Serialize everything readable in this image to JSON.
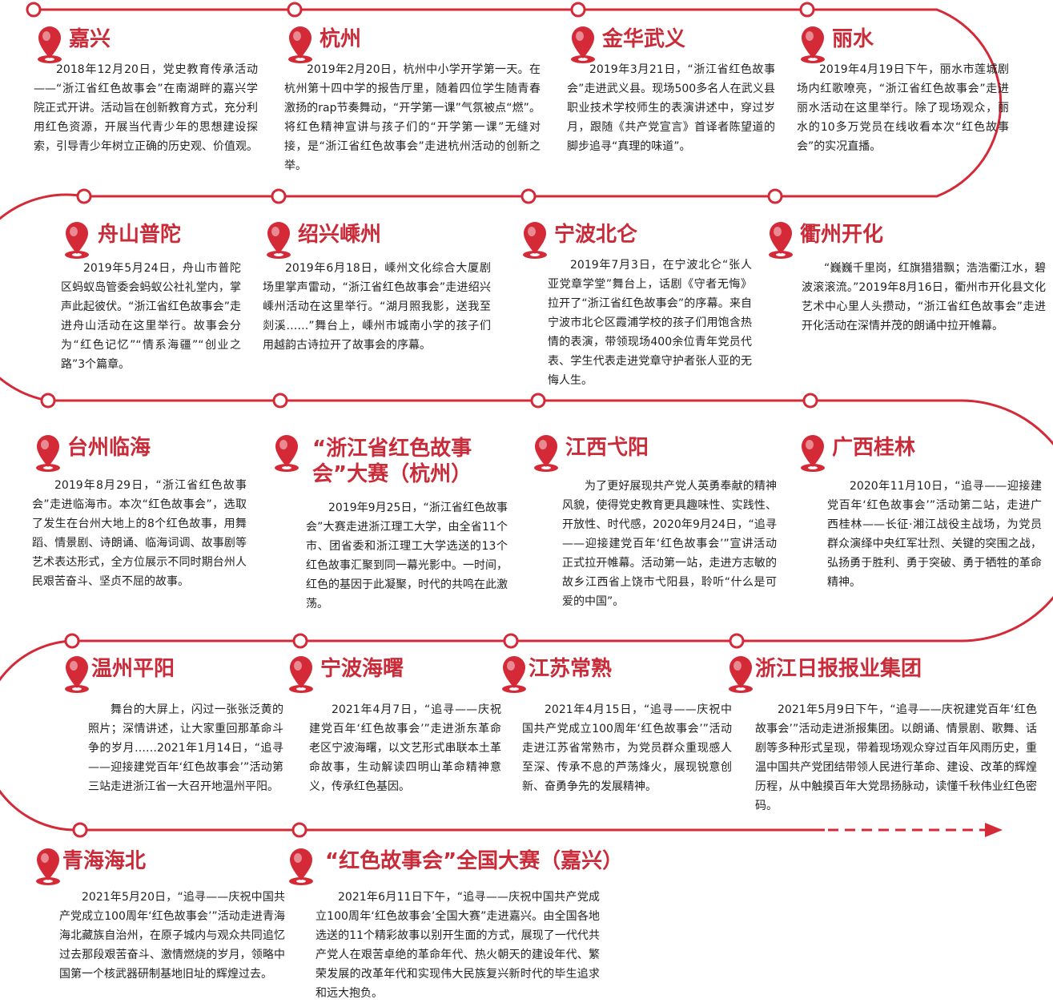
{
  "colors": {
    "accent": "#c92b39",
    "pin": "#d42a38",
    "text": "#222222"
  },
  "events": [
    {
      "title": "嘉兴",
      "text": "2018年12月20日，党史教育传承活动——“浙江省红色故事会”在南湖畔的嘉兴学院正式开讲。活动旨在创新教育方式，充分利用红色资源，开展当代青少年的思想建设探索，引导青少年树立正确的历史观、价值观。"
    },
    {
      "title": "杭州",
      "text": "2019年2月20日，杭州中小学开学第一天。在杭州第十四中学的报告厅里，随着四位学生随青春激扬的rap节奏舞动，“开学第一课”气氛被点“燃”。将红色精神宣讲与孩子们的“开学第一课”无缝对接，是“浙江省红色故事会”走进杭州活动的创新之举。"
    },
    {
      "title": "金华武义",
      "text": "2019年3月21日，“浙江省红色故事会”走进武义县。现场500多名人在武义县职业技术学校师生的表演讲述中，穿过岁月，跟随《共产党宣言》首译者陈望道的脚步追寻“真理的味道”。"
    },
    {
      "title": "丽水",
      "text": "2019年4月19日下午，丽水市莲城剧场内红歌嘹亮，“浙江省红色故事会”走进丽水活动在这里举行。除了现场观众，丽水的10多万党员在线收看本次“红色故事会”的实况直播。"
    },
    {
      "title": "舟山普陀",
      "text": "2019年5月24日，舟山市普陀区蚂蚁岛管委会蚂蚁公社礼堂内，掌声此起彼伏。“浙江省红色故事会”走进舟山活动在这里举行。故事会分为“红色记忆”“情系海疆”“创业之路”3个篇章。"
    },
    {
      "title": "绍兴嵊州",
      "text": "2019年6月18日，嵊州文化综合大厦剧场里掌声雷动，“浙江省红色故事会”走进绍兴嵊州活动在这里举行。“湖月照我影，送我至剡溪……”舞台上，嵊州市城南小学的孩子们用越韵古诗拉开了故事会的序幕。"
    },
    {
      "title": "宁波北仑",
      "text": "2019年7月3日，在宁波北仑“张人亚党章学堂”舞台上，话剧《守者无悔》拉开了“浙江省红色故事会”的序幕。来自宁波市北仑区霞浦学校的孩子们用饱含热情的表演，带领现场400余位青年党员代表、学生代表走进党章守护者张人亚的无悔人生。"
    },
    {
      "title": "衢州开化",
      "text": "“巍巍千里岗，红旗猎猎飘；浩浩衢江水，碧波滚滚流。”2019年8月16日，衢州市开化县文化艺术中心里人头攒动，“浙江省红色故事会”走进开化活动在深情并茂的朗诵中拉开帷幕。"
    },
    {
      "title": "台州临海",
      "text": "2019年8月29日，“浙江省红色故事会”走进临海市。本次“红色故事会”，选取了发生在台州大地上的8个红色故事，用舞蹈、情景剧、诗朗诵、临海词调、故事剧等艺术表达形式，全方位展示不同时期台州人民艰苦奋斗、坚贞不屈的故事。"
    },
    {
      "title": "“浙江省红色故事会”大赛（杭州）",
      "text": "2019年9月25日，“浙江省红色故事会”大赛走进浙江理工大学，由全省11个市、团省委和浙江理工大学选送的13个红色故事汇聚到同一幕光影中。一时间，红色的基因于此凝聚，时代的共鸣在此激荡。"
    },
    {
      "title": "江西弋阳",
      "text": "为了更好展现共产党人英勇奉献的精神风貌，使得党史教育更具趣味性、实践性、开放性、时代感，2020年9月24日，“追寻——迎接建党百年‘红色故事会’”宣讲活动正式拉开帷幕。活动第一站，走进方志敏的故乡江西省上饶市弋阳县，聆听“什么是可爱的中国”。"
    },
    {
      "title": "广西桂林",
      "text": "2020年11月10日，“追寻——迎接建党百年‘红色故事会’”活动第二站，走进广西桂林——长征·湘江战役主战场，为党员群众演绎中央红军壮烈、关键的突围之战，弘扬勇于胜利、勇于突破、勇于牺牲的革命精神。"
    },
    {
      "title": "温州平阳",
      "text": "舞台的大屏上，闪过一张张泛黄的照片；深情讲述，让大家重回那革命斗争的岁月……2021年1月14日，“追寻——迎接建党百年‘红色故事会’”活动第三站走进浙江省一大召开地温州平阳。"
    },
    {
      "title": "宁波海曙",
      "text": "2021年4月7日，“追寻——庆祝建党百年‘红色故事会’”走进浙东革命老区宁波海曙，以文艺形式串联本土革命故事，生动解读四明山革命精神意义，传承红色基因。"
    },
    {
      "title": "江苏常熟",
      "text": "2021年4月15日，“追寻——庆祝中国共产党成立100周年‘红色故事会’”活动走进江苏省常熟市，为党员群众重现感人至深、传承不息的芦荡烽火，展现锐意创新、奋勇争先的发展精神。"
    },
    {
      "title": "浙江日报报业集团",
      "text": "2021年5月9日下午，“追寻——庆祝建党百年‘红色故事会’”活动走进浙报集团。以朗诵、情景剧、歌舞、话剧等多种形式呈现，带着现场观众穿过百年风雨历史，重温中国共产党团结带领人民进行革命、建设、改革的辉煌历程，从中触摸百年大党昂扬脉动，读懂千秋伟业红色密码。"
    },
    {
      "title": "青海海北",
      "text": "2021年5月20日，“追寻——庆祝中国共产党成立100周年‘红色故事会’”活动走进青海海北藏族自治州，在原子城内与观众共同追忆过去那段艰苦奋斗、激情燃烧的岁月，领略中国第一个核武器研制基地旧址的辉煌过去。"
    },
    {
      "title": "“红色故事会”全国大赛（嘉兴）",
      "text": "2021年6月11日下午，“追寻——庆祝中国共产党成立100周年‘红色故事会’全国大赛”走进嘉兴。由全国各地选送的11个精彩故事以别开生面的方式，展现了一代代共产党人在艰苦卓绝的革命年代、热火朝天的建设年代、繁荣发展的改革年代和实现伟大民族复兴新时代的毕生追求和远大抱负。"
    }
  ]
}
